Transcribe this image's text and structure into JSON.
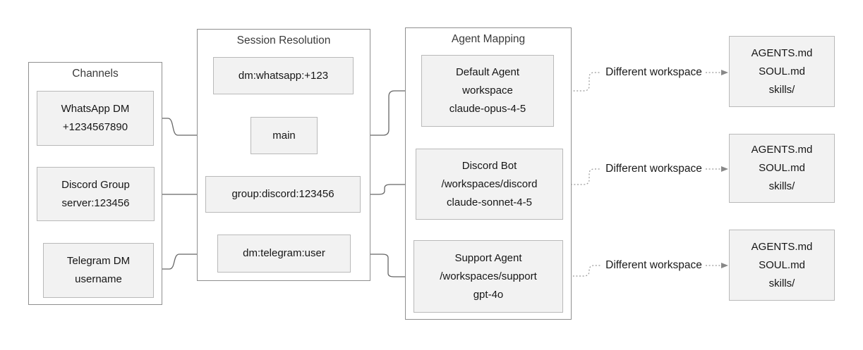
{
  "groups": {
    "channels": {
      "title": "Channels"
    },
    "session": {
      "title": "Session Resolution"
    },
    "agents": {
      "title": "Agent Mapping"
    }
  },
  "nodes": {
    "whatsapp_dm": {
      "line1": "WhatsApp DM",
      "line2": "+1234567890"
    },
    "discord_group": {
      "line1": "Discord Group",
      "line2": "server:123456"
    },
    "telegram_dm": {
      "line1": "Telegram DM",
      "line2": "username"
    },
    "session_whatsapp": {
      "line1": "dm:whatsapp:+123"
    },
    "session_main": {
      "line1": "main"
    },
    "session_discord": {
      "line1": "group:discord:123456"
    },
    "session_telegram": {
      "line1": "dm:telegram:user"
    },
    "default_agent": {
      "line1": "Default Agent",
      "line2": "workspace",
      "line3": "claude-opus-4-5"
    },
    "discord_bot": {
      "line1": "Discord Bot",
      "line2": "/workspaces/discord",
      "line3": "claude-sonnet-4-5"
    },
    "support_agent": {
      "line1": "Support Agent",
      "line2": "/workspaces/support",
      "line3": "gpt-4o"
    },
    "workspace_1": {
      "line1": "AGENTS.md",
      "line2": "SOUL.md",
      "line3": "skills/"
    },
    "workspace_2": {
      "line1": "AGENTS.md",
      "line2": "SOUL.md",
      "line3": "skills/"
    },
    "workspace_3": {
      "line1": "AGENTS.md",
      "line2": "SOUL.md",
      "line3": "skills/"
    }
  },
  "edge_labels": {
    "row1": "Different workspace",
    "row2": "Different workspace",
    "row3": "Different workspace"
  },
  "colors": {
    "node_fill": "#f2f2f2",
    "node_border": "#b9b9b9",
    "group_border": "#8f8f8f",
    "connector": "#666666",
    "dotted_connector": "#999999",
    "text": "#161616"
  }
}
